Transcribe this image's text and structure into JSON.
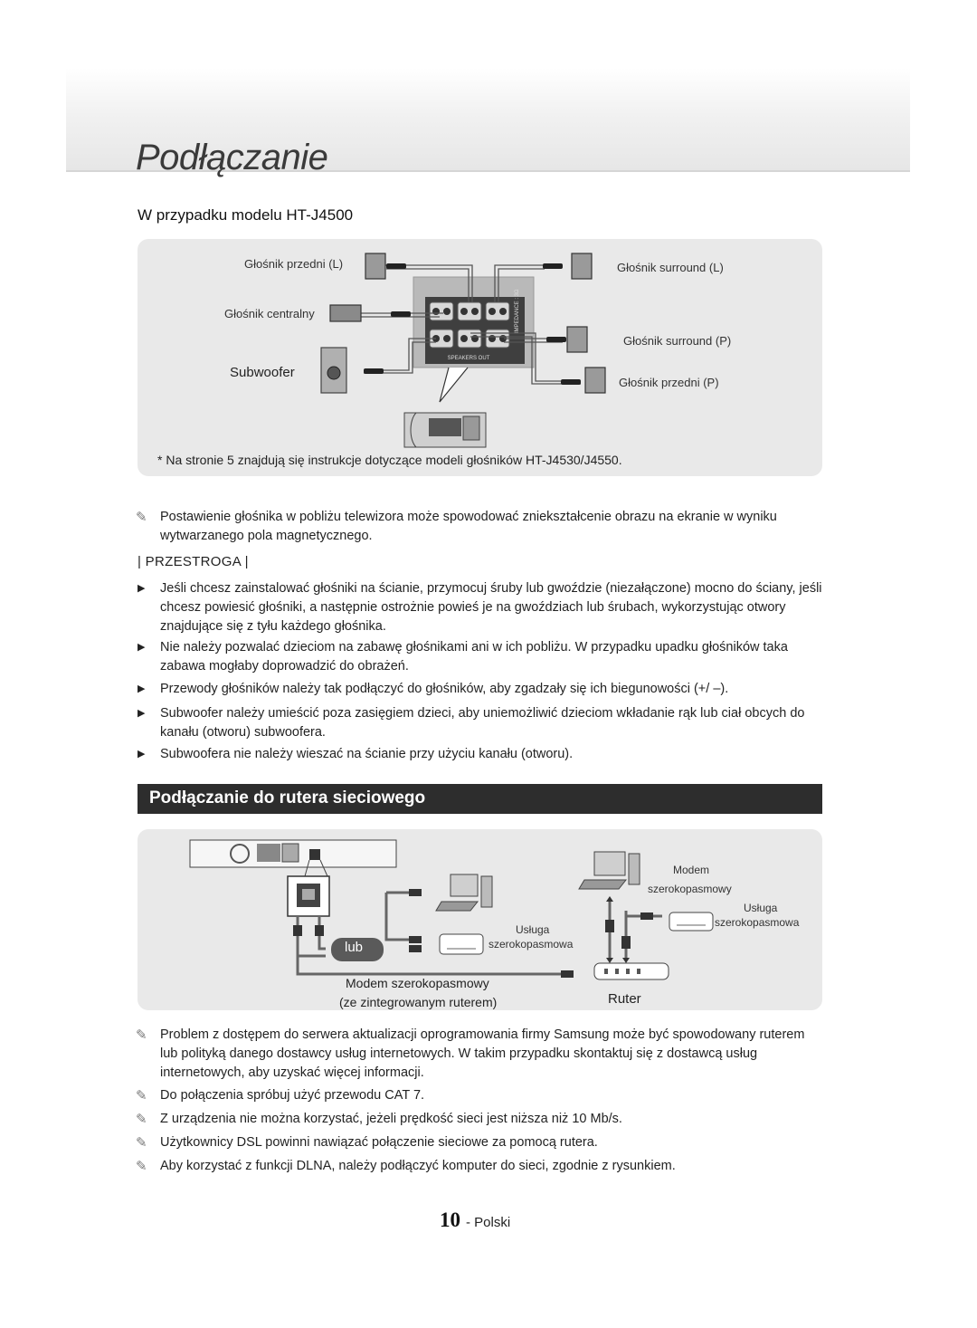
{
  "header": {
    "chapter_title": "Podłączanie"
  },
  "speaker_section": {
    "heading": "W przypadku modelu HT-J4500",
    "labels": {
      "front_left": "Głośnik przedni (L)",
      "center": "Głośnik centralny",
      "subwoofer": "Subwoofer",
      "surround_left": "Głośnik surround (L)",
      "surround_right": "Głośnik surround (P)",
      "front_right": "Głośnik przedni (P)"
    },
    "terminal_labels": {
      "impedance": "IMPEDANCE : 3Ω",
      "speakers_out": "SPEAKERS OUT"
    },
    "footnote": "* Na stronie 5 znajdują się instrukcje dotyczące modeli głośników HT-J4530/J4550."
  },
  "speaker_note": "Postawienie głośnika w pobliżu telewizora może spowodować zniekształcenie obrazu na ekranie w wyniku wytwarzanego pola magnetycznego.",
  "caution": {
    "title": "| PRZESTROGA |",
    "items": [
      "Jeśli chcesz zainstalować głośniki na ścianie, przymocuj śruby lub gwoździe (niezałączone) mocno do ściany, jeśli chcesz powiesić głośniki, a następnie ostrożnie powieś je na gwoździach lub śrubach, wykorzystując otwory znajdujące się z tyłu każdego głośnika.",
      "Nie należy pozwalać dzieciom na zabawę głośnikami ani w ich pobliżu. W przypadku upadku głośników taka zabawa mogłaby doprowadzić do obrażeń.",
      "Przewody głośników należy tak podłączyć do głośników, aby zgadzały się ich biegunowości (+/ –).",
      "Subwoofer należy umieścić poza zasięgiem dzieci, aby uniemożliwić dzieciom wkładanie rąk lub ciał obcych do kanału (otworu) subwoofera.",
      "Subwoofera nie należy wieszać na ścianie przy użyciu kanału (otworu)."
    ]
  },
  "network_section": {
    "title": "Podłączanie do rutera sieciowego",
    "labels": {
      "or": "lub",
      "broadband_service_left": "Usługa",
      "broadband_service_left_2": "szerokopasmowa",
      "modem_top": "Modem",
      "modem_top_2": "szerokopasmowy",
      "broadband_service_right": "Usługa",
      "broadband_service_right_2": "szerokopasmowa",
      "modem_router": "Modem szerokopasmowy",
      "modem_router_2": "(ze zintegrowanym ruterem)",
      "router": "Ruter"
    }
  },
  "network_notes": [
    "Problem z dostępem do serwera aktualizacji oprogramowania firmy Samsung może być spowodowany ruterem lub polityką danego dostawcy usług internetowych. W takim przypadku skontaktuj się z dostawcą usług internetowych, aby uzyskać więcej informacji.",
    "Do połączenia spróbuj użyć przewodu CAT 7.",
    "Z urządzenia nie można korzystać, jeżeli prędkość sieci jest niższa niż 10 Mb/s.",
    "Użytkownicy DSL powinni nawiązać połączenie sieciowe za pomocą rutera.",
    "Aby korzystać z funkcji DLNA, należy podłączyć komputer do sieci, zgodnie z rysunkiem."
  ],
  "footer": {
    "page_number": "10",
    "language": "- Polski"
  },
  "icons": {
    "note": "pencil-note-icon",
    "bullet": "triangle-bullet-icon"
  }
}
